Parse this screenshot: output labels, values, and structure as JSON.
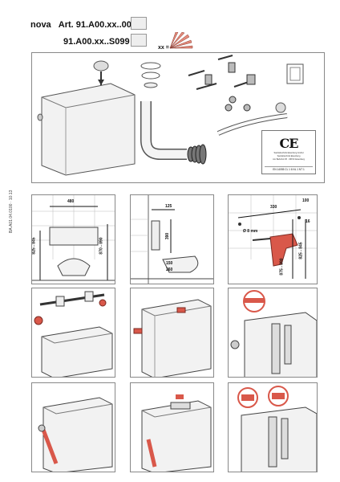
{
  "header": {
    "brand": "nova",
    "art_label": "Art. 91.A00.xx..0099",
    "art_label_2": "91.A00.xx..S099",
    "xx_label": "xx ="
  },
  "side_code": "BA.A01.04.0100 · 10.13",
  "ce_label": {
    "mark": "CE",
    "line1": "Sanitärtechnik Eisenberg GmbH",
    "line2": "Sanitärtechnik Eisenberg",
    "line3": "Am Bahnhof 25 · 06672 Eisenberg",
    "standard": "EN 14055 CL 1 6 NL 1 NT 1"
  },
  "dimensions": {
    "d480": "480",
    "d825_845": "825 - 845",
    "d870_890": "870 - 890",
    "d125": "125",
    "d390": "390",
    "d150": "150",
    "d260": "260",
    "d330": "330",
    "d100": "100",
    "d16": "16",
    "d8mm": "Ø 8 mm",
    "d875_890": "875 - 890",
    "d825_845b": "825 - 845"
  },
  "colors": {
    "accent": "#d9584a",
    "stroke": "#444444",
    "tile": "#bdbdbd",
    "ink": "#111111"
  }
}
